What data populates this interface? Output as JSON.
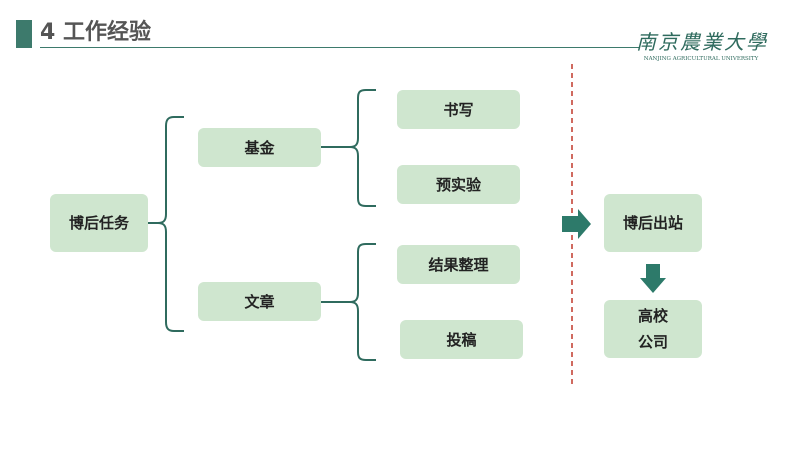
{
  "header": {
    "title": "4 工作经验",
    "logo_cn": "南京農業大學",
    "logo_en": "NANJING AGRICULTURAL UNIVERSITY"
  },
  "diagram": {
    "root": "博后任务",
    "branch_fund": "基金",
    "branch_paper": "文章",
    "fund_item_1": "书写",
    "fund_item_2": "预实验",
    "paper_item_1": "结果整理",
    "paper_item_2": "投稿",
    "exit": "博后出站",
    "destination_line_1": "高校",
    "destination_line_2": "公司"
  },
  "colors": {
    "box_fill": "#cfe6cf",
    "bracket": "#2f6b5e",
    "arrow": "#2d7a6a",
    "divider": "#c0392b"
  }
}
